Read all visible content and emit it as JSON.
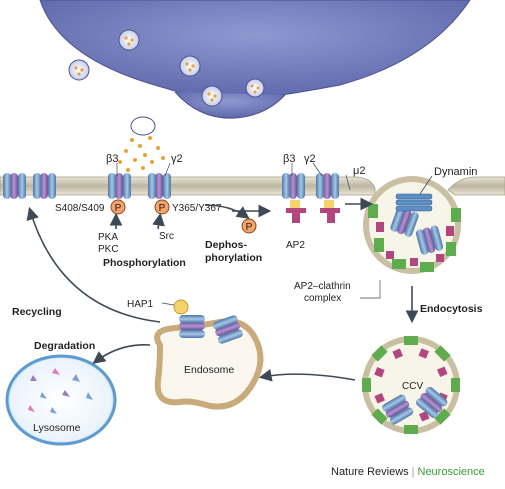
{
  "labels": {
    "beta3_a": "β3",
    "gamma2_a": "γ2",
    "beta3_b": "β3",
    "gamma2_b": "γ2",
    "mu2": "μ2",
    "dynamin": "Dynamin",
    "s408": "S408/S409",
    "y365": "Y365/Y367",
    "pka": "PKA",
    "pkc": "PKC",
    "src": "Src",
    "phosphorylation": "Phosphorylation",
    "dephos_1": "Dephos-",
    "dephos_2": "phorylation",
    "ap2": "AP2",
    "ap2_clathrin_1": "AP2–clathrin",
    "ap2_clathrin_2": "complex",
    "endocytosis": "Endocytosis",
    "recycling": "Recycling",
    "degradation": "Degradation",
    "hap1": "HAP1",
    "endosome": "Endosome",
    "lysosome": "Lysosome",
    "ccv": "CCV",
    "p_glyph": "P"
  },
  "credit": {
    "journal": "Nature Reviews",
    "separator": "|",
    "section": "Neuroscience"
  },
  "colors": {
    "presynaptic": "#6e79b8",
    "membrane": "#d8d3c1",
    "receptor_purple": "#9b7bb8",
    "receptor_blue": "#7da2cf",
    "phospho": "#f4a36b",
    "clathrin_green": "#5eac4e",
    "clathrin_magenta": "#b3457f",
    "endosome": "#c8aa7b",
    "lysosome": "#5b9bd0"
  }
}
